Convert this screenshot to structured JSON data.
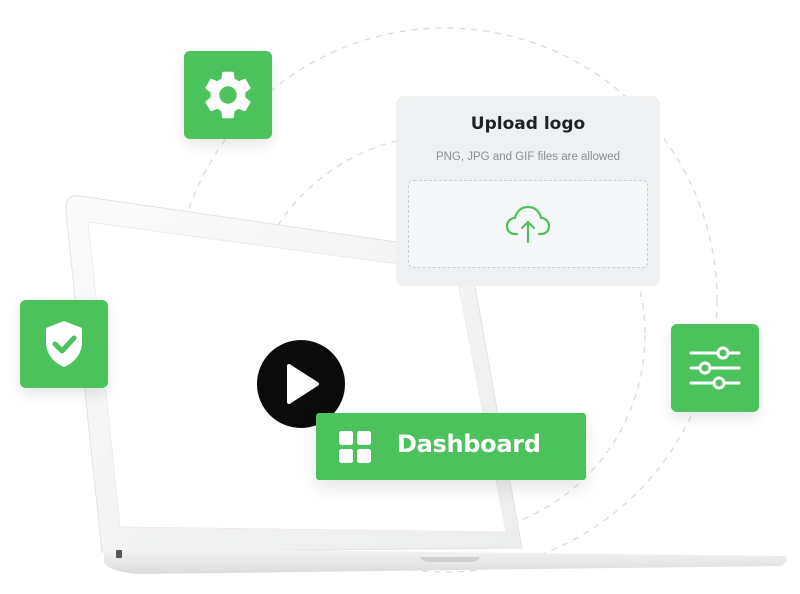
{
  "upload": {
    "title": "Upload logo",
    "subtitle": "PNG, JPG and GIF files are allowed",
    "icon": "cloud-upload-icon"
  },
  "dashboard": {
    "label": "Dashboard",
    "icon": "grid-icon"
  },
  "tiles": {
    "settings_icon": "gear-icon",
    "security_icon": "shield-check-icon",
    "controls_icon": "sliders-icon"
  },
  "colors": {
    "brand_green": "#4cc25c",
    "card_gray": "#eef0f1",
    "play_black": "#0b0b0b"
  }
}
